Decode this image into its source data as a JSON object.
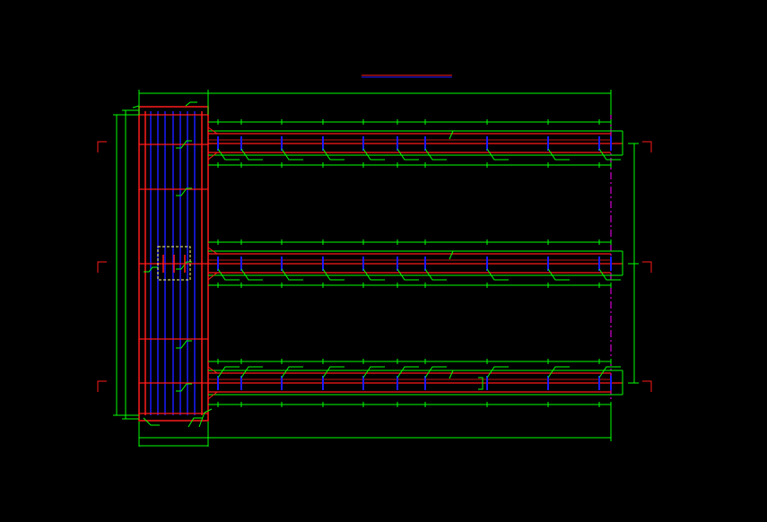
{
  "colors": {
    "background": "#000000",
    "rebar": "#ff1a1a",
    "stirrup": "#1a1aff",
    "dimension": "#00ff00",
    "centerline": "#ff00ff",
    "detail_box": "#ffff80"
  },
  "drawing": {
    "type": "cad-rebar-layout",
    "title_text": "",
    "wall_bars": 9,
    "beams": 3,
    "beam_stirrup_ticks_per_beam": 11,
    "section_markers": 6
  }
}
